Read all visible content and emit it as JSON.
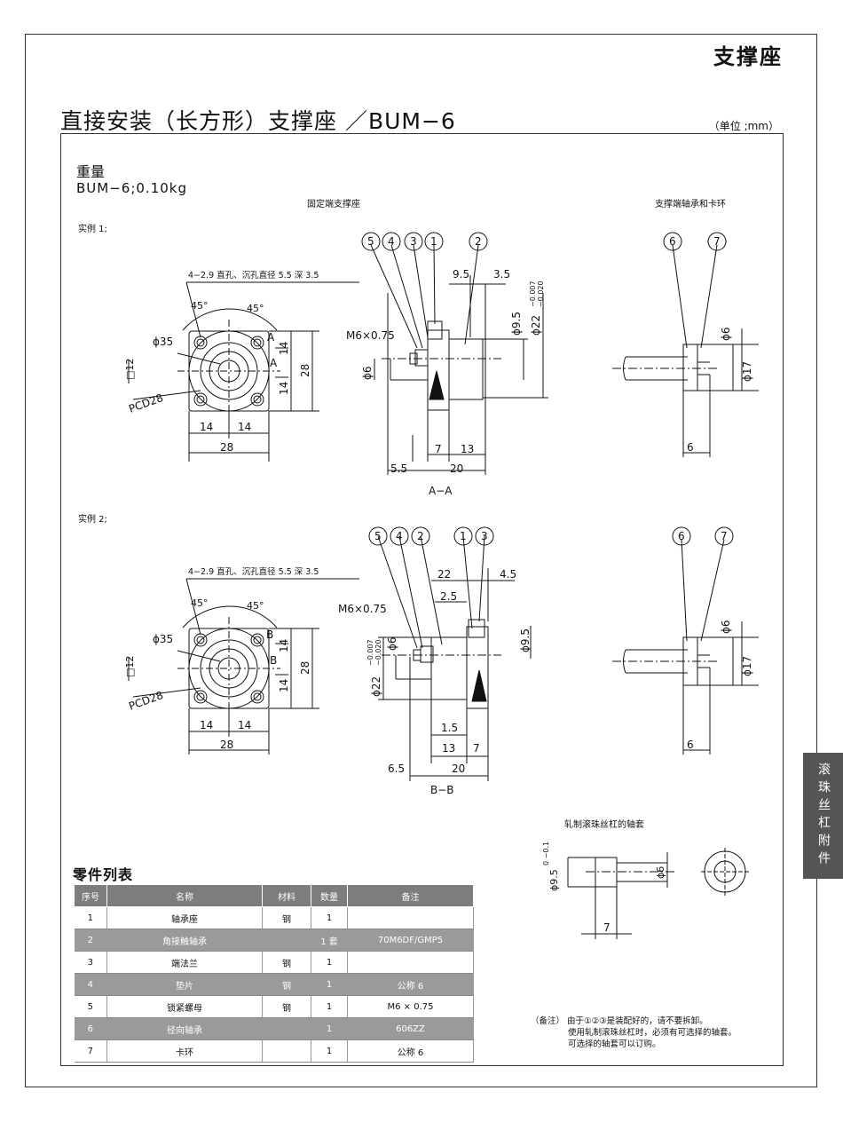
{
  "header": {
    "category": "支撑座",
    "title": "直接安装（长方形）支撑座 ／BUM−6",
    "unit": "（单位 ;mm）"
  },
  "weight": {
    "heading": "重量",
    "value": "BUM−6;0.10kg"
  },
  "labels": {
    "fixed_end": "固定端支撑座",
    "support_end": "支撑端轴承和卡环",
    "example1": "实例 1;",
    "example2": "实例 2;",
    "sleeve_title": "轧制滚珠丝杠的轴套",
    "side_tab": "滚珠丝杠附件"
  },
  "drawing1": {
    "hole_note": "4−2.9 直孔、沉孔直径 5.5 深 3.5",
    "angle_a": "45°",
    "angle_b": "45°",
    "dia35": "ϕ35",
    "pcd": "PCD28",
    "sq12": "□12",
    "w14a": "14",
    "w14b": "14",
    "w28": "28",
    "h14a": "14",
    "h14b": "14",
    "h28": "28",
    "sec_a": "A",
    "sec_a2": "A",
    "thread": "M6×0.75",
    "d6": "ϕ6",
    "d95": "ϕ9.5",
    "d22": "ϕ22",
    "d22_tol_upper": "−0.007",
    "d22_tol_lower": "−0.020",
    "l95": "9.5",
    "l35": "3.5",
    "l7": "7",
    "l13": "13",
    "l55": "5.5",
    "l20": "20",
    "section": "A−A",
    "callouts": [
      "5",
      "4",
      "3",
      "1",
      "2"
    ]
  },
  "drawing2": {
    "hole_note": "4−2.9 直孔、沉孔直径 5.5 深 3.5",
    "angle_a": "45°",
    "angle_b": "45°",
    "dia35": "ϕ35",
    "pcd": "PCD28",
    "sq12": "□12",
    "w14a": "14",
    "w14b": "14",
    "w28": "28",
    "h14a": "14",
    "h14b": "14",
    "h28": "28",
    "sec_b": "B",
    "sec_b2": "B",
    "thread": "M6×0.75",
    "d6": "ϕ6",
    "d95": "ϕ9.5",
    "d22": "ϕ22",
    "d22_tol_upper": "−0.007",
    "d22_tol_lower": "−0.020",
    "l22": "22",
    "l25": "2.5",
    "l45": "4.5",
    "l15": "1.5",
    "l13": "13",
    "l7": "7",
    "l65": "6.5",
    "l20": "20",
    "section": "B−B",
    "callouts": [
      "5",
      "4",
      "2",
      "1",
      "3"
    ]
  },
  "support": {
    "callouts": [
      "6",
      "7"
    ],
    "d6": "ϕ6",
    "d17": "ϕ17",
    "l6": "6"
  },
  "sleeve": {
    "d95": "ϕ9.5",
    "d95_tol": "0 −0.1",
    "d6": "ϕ6",
    "l7": "7"
  },
  "parts": {
    "heading": "零件列表",
    "columns": [
      "序号",
      "名称",
      "材料",
      "数量",
      "备注"
    ],
    "rows": [
      [
        "1",
        "轴承座",
        "钢",
        "1",
        ""
      ],
      [
        "2",
        "角接触轴承",
        "",
        "1 套",
        "70M6DF/GMP5"
      ],
      [
        "3",
        "端法兰",
        "钢",
        "1",
        ""
      ],
      [
        "4",
        "垫片",
        "钢",
        "1",
        "公称 6"
      ],
      [
        "5",
        "锁紧螺母",
        "钢",
        "1",
        "M6 × 0.75"
      ],
      [
        "6",
        "径向轴承",
        "",
        "1",
        "606ZZ"
      ],
      [
        "7",
        "卡环",
        "",
        "1",
        "公称 6"
      ]
    ]
  },
  "note": {
    "label": "（备注）",
    "lines": [
      "由于①②③是装配好的，请不要拆卸。",
      "使用轧制滚珠丝杠时，必须有可选择的轴套。",
      "可选择的轴套可以订购。"
    ]
  }
}
